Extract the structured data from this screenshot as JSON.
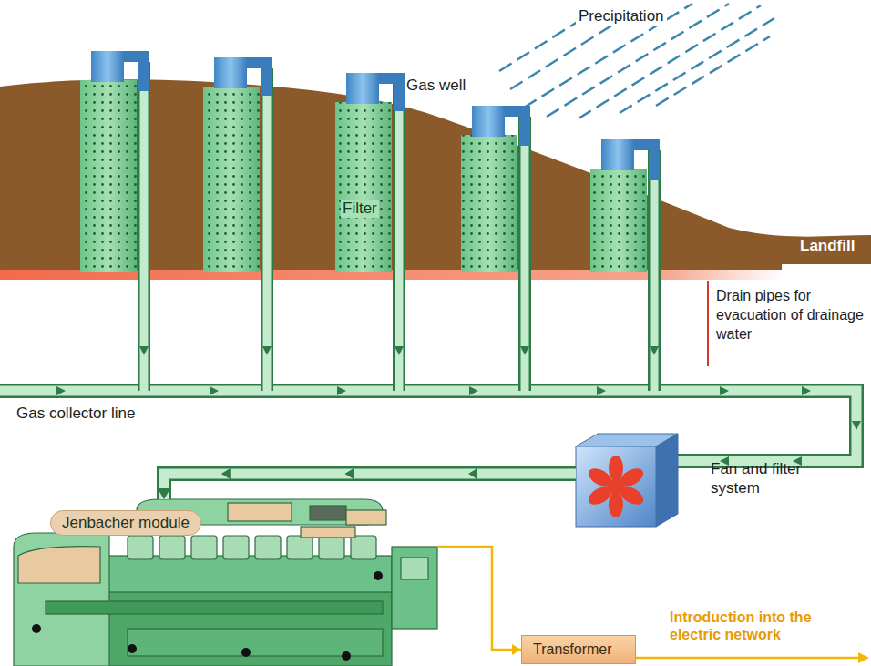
{
  "diagram": {
    "nodes": [
      {
        "text": [
          "Landfill"
        ]
      },
      {
        "text": [
          "Fan and filter system"
        ]
      },
      {
        "text": [
          "Jenbacher module"
        ]
      },
      {
        "text": [
          "Transformer"
        ]
      }
    ],
    "edges": [
      {
        "from": 1,
        "to": 2,
        "arrow": "to"
      },
      {
        "from": 2,
        "to": 3,
        "arrow": "to"
      }
    ],
    "labels": [
      "Precipitation",
      "Gas well",
      "Filter",
      "Drain pipes for evacuation of drainage water",
      "Gas collector line",
      "Introduction into the electric network"
    ]
  }
}
